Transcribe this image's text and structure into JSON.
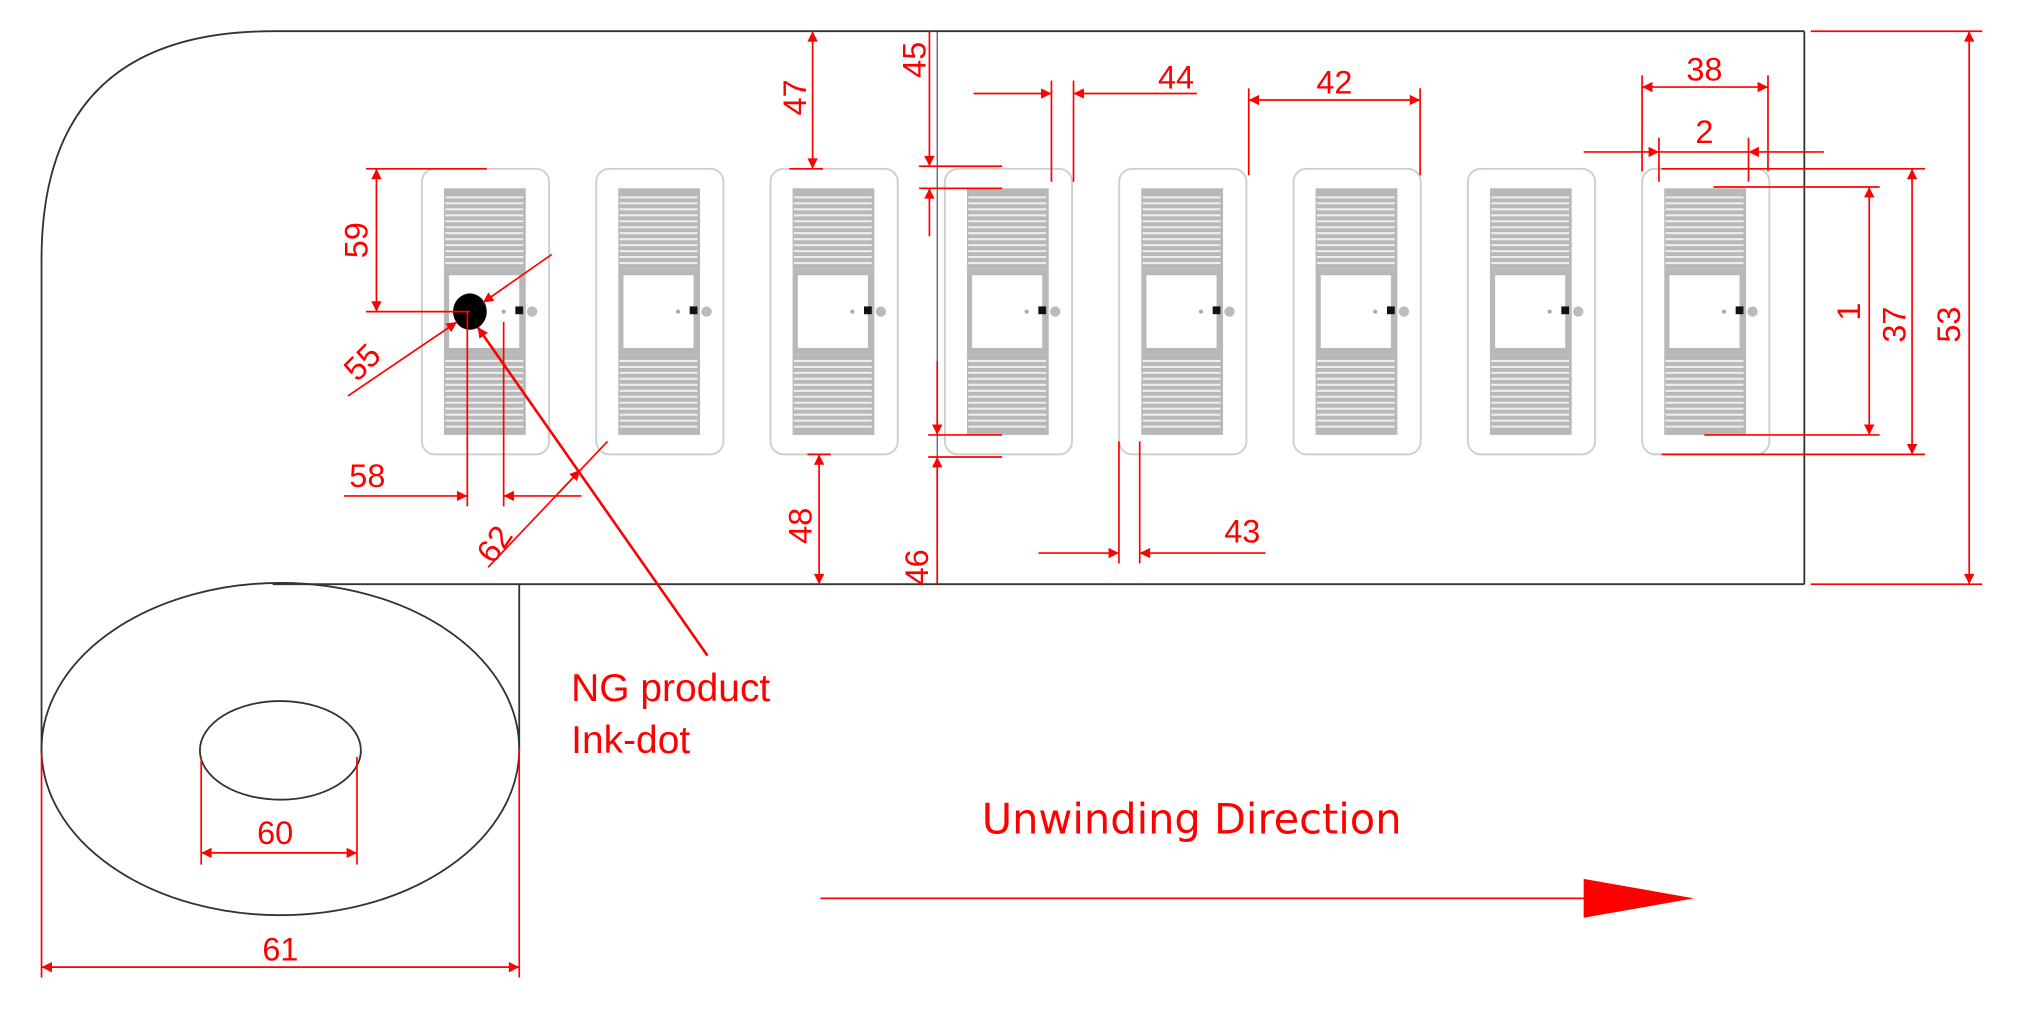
{
  "title": "RFID inlay roll layout drawing",
  "dimensions": {
    "d1": "1",
    "d2": "2",
    "d37": "37",
    "d38": "38",
    "d42": "42",
    "d43": "43",
    "d44": "44",
    "d45": "45",
    "d46": "46",
    "d47": "47",
    "d48": "48",
    "d53": "53",
    "d55": "55",
    "d58": "58",
    "d59": "59",
    "d60": "60",
    "d61": "61",
    "d62": "62"
  },
  "annotation": {
    "line1": "NG product",
    "line2": "Ink-dot"
  },
  "direction_label": "Unwinding Direction",
  "label_count": 8,
  "colors": {
    "dimension": "#ff0000",
    "outline": "#333333",
    "antenna": "#b8b8b8"
  }
}
